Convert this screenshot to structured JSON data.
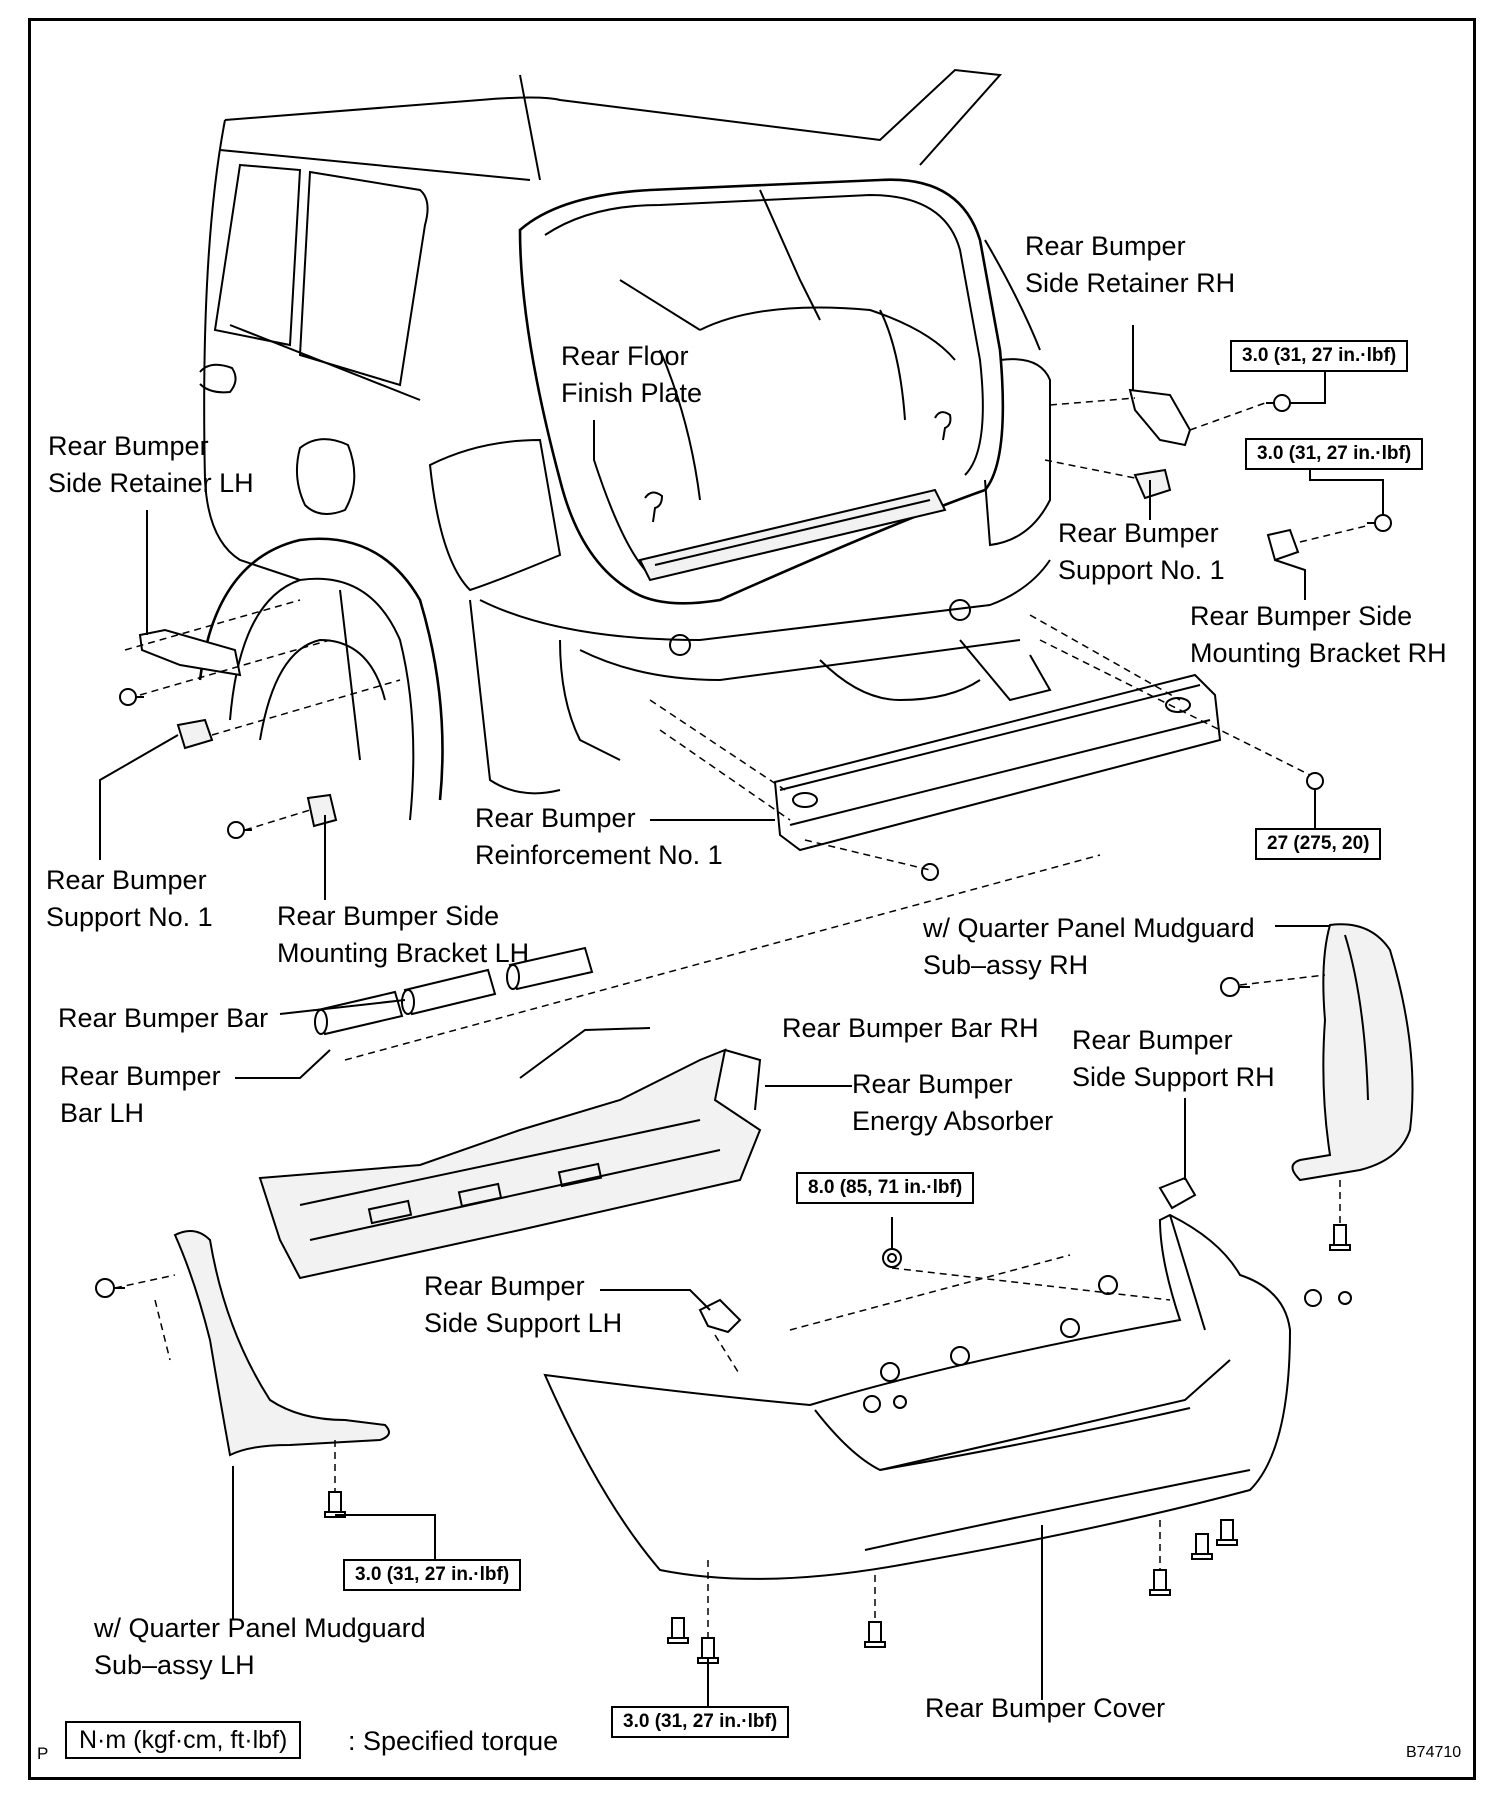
{
  "labels": {
    "rear_floor_finish_plate": "Rear Floor\nFinish Plate",
    "side_retainer_rh": "Rear Bumper\nSide Retainer RH",
    "side_retainer_lh": "Rear Bumper\nSide Retainer LH",
    "support_no1_right": "Rear Bumper\nSupport No. 1",
    "side_mounting_bracket_rh": "Rear Bumper Side\nMounting Bracket RH",
    "support_no1_left": "Rear Bumper\nSupport No. 1",
    "side_mounting_bracket_lh": "Rear Bumper Side\nMounting Bracket LH",
    "reinforcement_no1": "Rear Bumper\nReinforcement No. 1",
    "mudguard_rh": "w/ Quarter Panel Mudguard\nSub–assy RH",
    "bumper_bar": "Rear Bumper Bar",
    "bumper_bar_rh": "Rear Bumper Bar RH",
    "bumper_bar_lh": "Rear Bumper\nBar LH",
    "energy_absorber": "Rear Bumper\nEnergy Absorber",
    "side_support_rh": "Rear Bumper\nSide Support RH",
    "side_support_lh": "Rear Bumper\nSide Support LH",
    "mudguard_lh": "w/ Quarter Panel Mudguard\nSub–assy LH",
    "bumper_cover": "Rear Bumper Cover"
  },
  "torques": {
    "retainer_rh_bolt": "3.0 (31, 27 in.·lbf)",
    "bracket_rh_bolt": "3.0 (31, 27 in.·lbf)",
    "reinforcement_nut": "27 (275, 20)",
    "cover_nut": "8.0 (85, 71 in.·lbf)",
    "mudguard_lh_screw": "3.0 (31, 27 in.·lbf)",
    "cover_bottom_screw": "3.0 (31, 27 in.·lbf)"
  },
  "legend": {
    "unit_box": "N·m (kgf·cm, ft·lbf)",
    "description": ": Specified torque"
  },
  "page_marker": "P",
  "figure_id": "B74710"
}
